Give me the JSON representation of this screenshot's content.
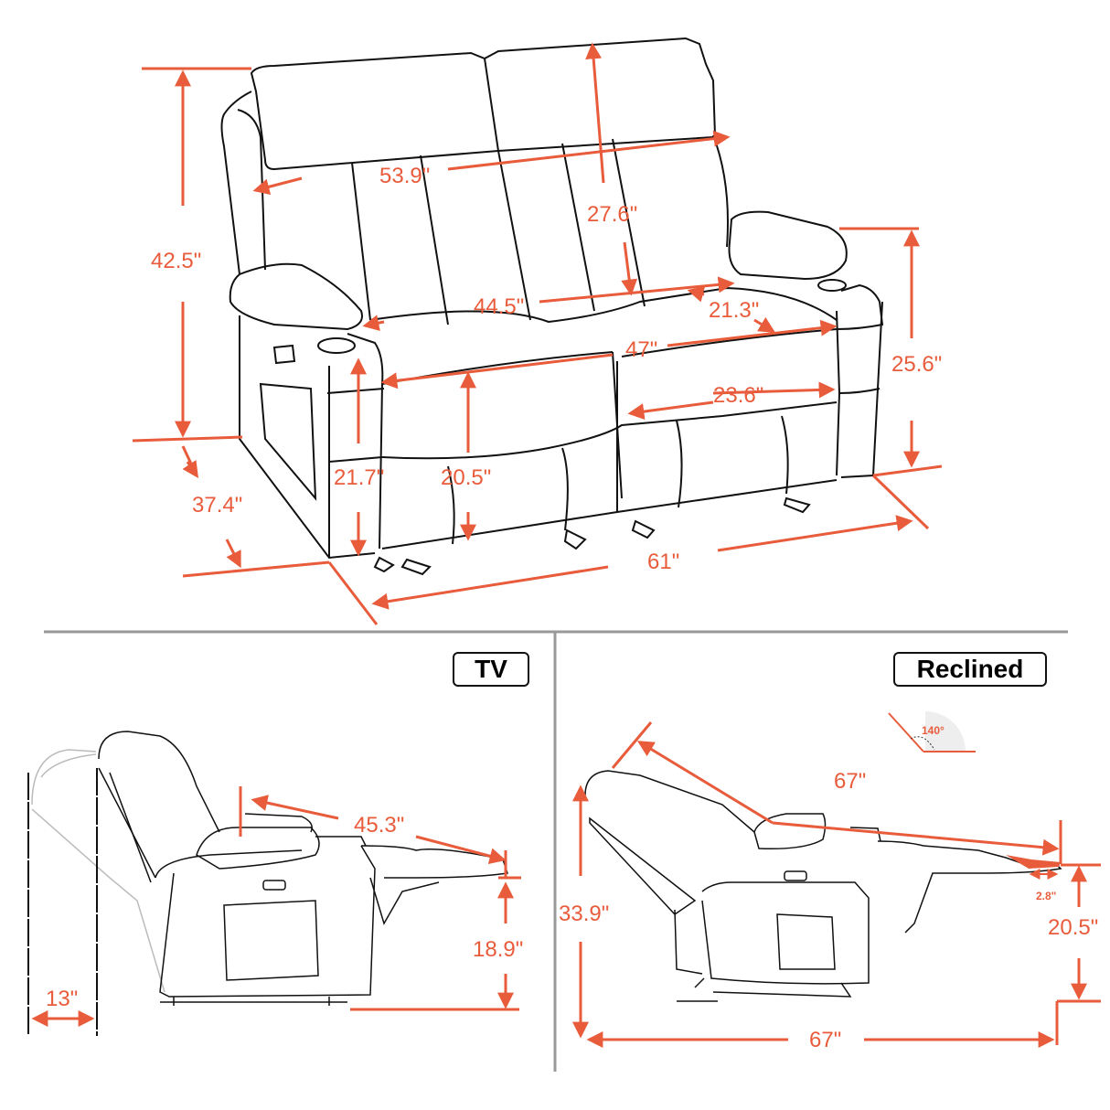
{
  "diagram": {
    "title": "Power recliner loveseat dimensions",
    "accent_color": "#e85c3c",
    "line_color": "#111111",
    "divider_color": "#999999",
    "front_view": {
      "dimensions": {
        "overall_height": "42.5\"",
        "back_width": "53.9\"",
        "back_height": "27.6\"",
        "seat_width_total": "44.5\"",
        "seat_depth": "21.3\"",
        "seat_front_width": "47\"",
        "arm_height": "25.6\"",
        "single_seat_width": "23.6\"",
        "arm_floor_height": "21.7\"",
        "seat_height": "20.5\"",
        "overall_depth": "37.4\"",
        "overall_width": "61\""
      }
    },
    "tv_view": {
      "label": "TV",
      "dimensions": {
        "wall_clearance": "13\"",
        "extended_length": "45.3\"",
        "footrest_height": "18.9\""
      }
    },
    "reclined_view": {
      "label": "Reclined",
      "angle": "140°",
      "dimensions": {
        "diagonal_length": "67\"",
        "height": "33.9\"",
        "footrest_extension": "2.8\"",
        "footrest_height": "20.5\"",
        "overall_length": "67\""
      }
    }
  }
}
